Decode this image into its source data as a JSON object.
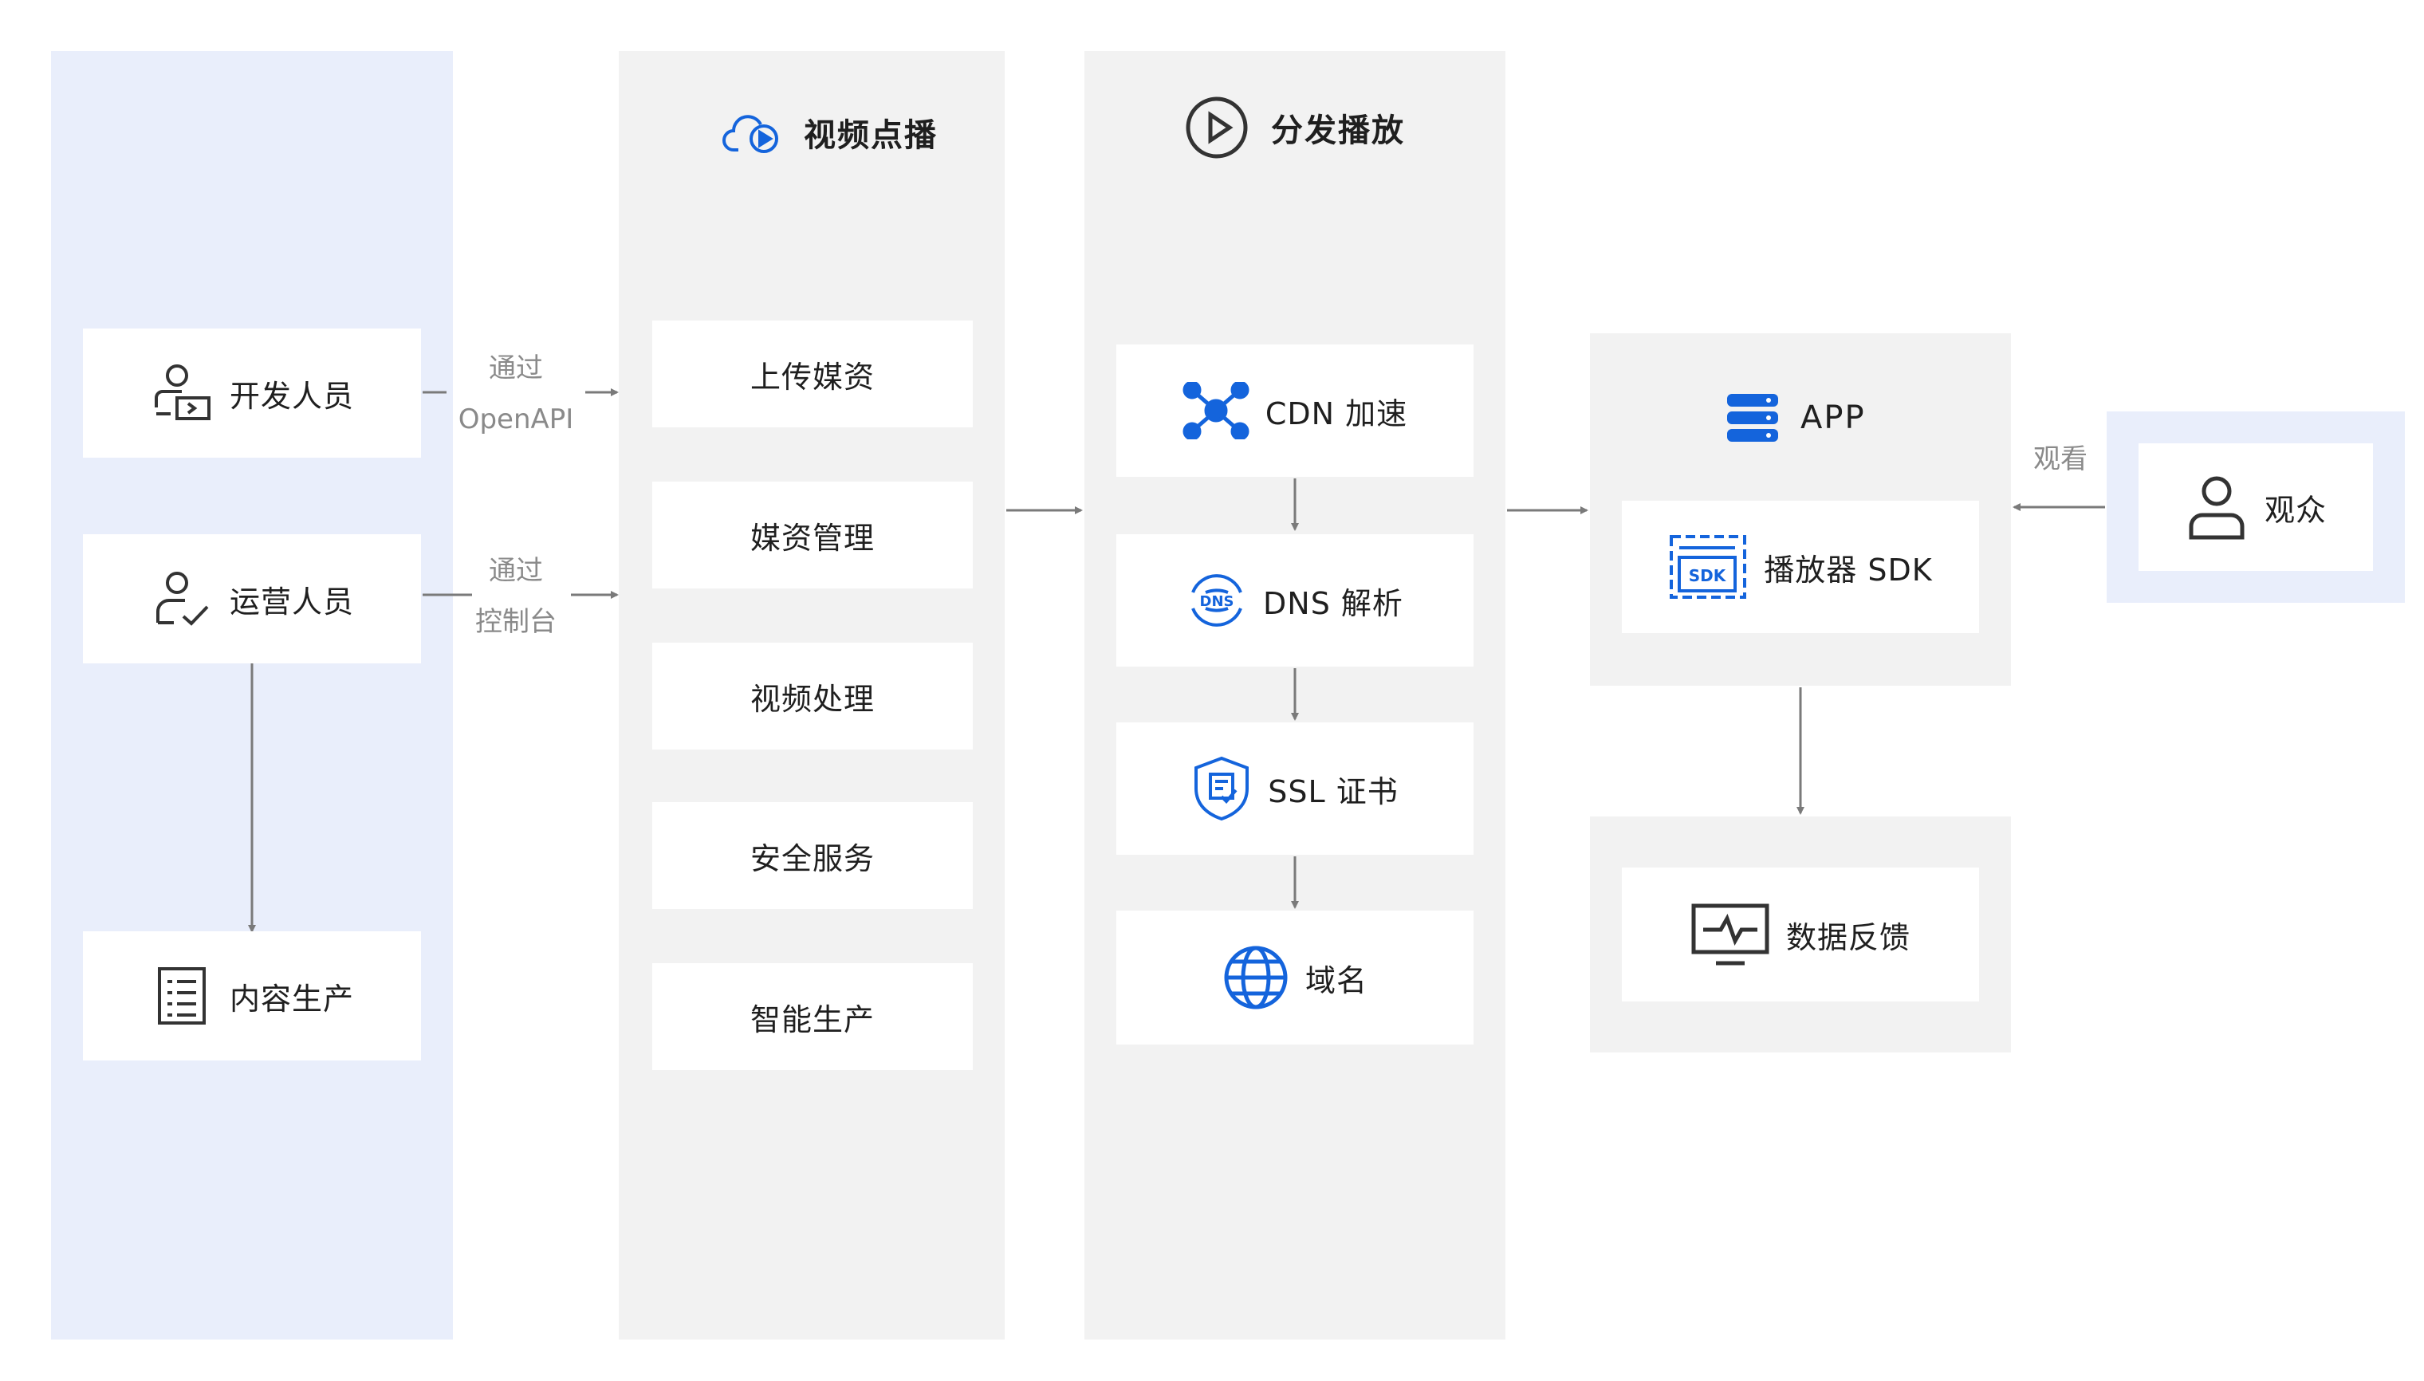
{
  "colors": {
    "accent": "#1464dc",
    "left_column_bg": "#e9eefb",
    "column_bg": "#f2f2f2",
    "arrow": "#7a7a7a",
    "icon_dark": "#333333"
  },
  "producers": {
    "developer": {
      "label": "开发人员",
      "icon": "user-code-icon"
    },
    "operator": {
      "label": "运营人员",
      "icon": "user-check-icon"
    },
    "content": {
      "label": "内容生产",
      "icon": "document-list-icon"
    }
  },
  "edges": {
    "developer_line1": "通过",
    "developer_line2": "OpenAPI",
    "operator_line1": "通过",
    "operator_line2": "控制台",
    "viewer": "观看"
  },
  "vod": {
    "title": "视频点播",
    "icon": "cloud-play-icon",
    "items": [
      "上传媒资",
      "媒资管理",
      "视频处理",
      "安全服务",
      "智能生产"
    ]
  },
  "distribution": {
    "title": "分发播放",
    "icon": "play-circle-icon",
    "items": [
      {
        "label": "CDN 加速",
        "icon": "network-nodes-icon"
      },
      {
        "label": "DNS 解析",
        "icon": "dns-globe-icon"
      },
      {
        "label": "SSL 证书",
        "icon": "shield-certificate-icon"
      },
      {
        "label": "域名",
        "icon": "globe-icon"
      }
    ]
  },
  "app": {
    "title": "APP",
    "icon": "server-stack-icon",
    "sdk": {
      "label": "播放器 SDK",
      "icon": "sdk-icon",
      "icon_text": "SDK"
    }
  },
  "feedback": {
    "label": "数据反馈",
    "icon": "monitor-pulse-icon"
  },
  "viewer": {
    "label": "观众",
    "icon": "user-icon"
  }
}
